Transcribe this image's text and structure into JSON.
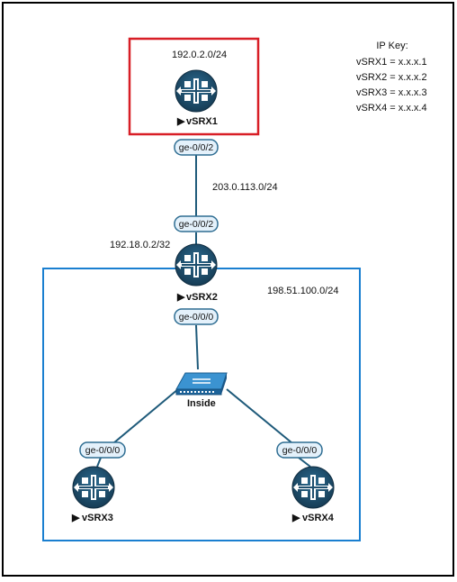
{
  "colors": {
    "frame": "#000000",
    "red_zone": "#d81e26",
    "blue_zone": "#1a7fd0",
    "link": "#1e5a7a",
    "router_fill": "#1e4f6e",
    "iface_fill": "#e4f1fb",
    "iface_stroke": "#2e6d92",
    "switch_fill": "#2a7fbf"
  },
  "ip_key": {
    "title": "IP Key:",
    "lines": [
      "vSRX1 = x.x.x.1",
      "vSRX2 = x.x.x.2",
      "vSRX3 = x.x.x.3",
      "vSRX4 = x.x.x.4"
    ]
  },
  "networks": {
    "top_zone": "192.0.2.0/24",
    "transit": "203.0.113.0/24",
    "loopback": "192.18.0.2/32",
    "inside_zone": "198.51.100.0/24"
  },
  "nodes": {
    "vsrx1": {
      "label": "vSRX1",
      "icon": "router-icon"
    },
    "vsrx2": {
      "label": "vSRX2",
      "icon": "router-icon"
    },
    "vsrx3": {
      "label": "vSRX3",
      "icon": "router-icon"
    },
    "vsrx4": {
      "label": "vSRX4",
      "icon": "router-icon"
    },
    "inside": {
      "label": "Inside",
      "icon": "switch-icon"
    }
  },
  "interfaces": {
    "vsrx1_down": "ge-0/0/2",
    "vsrx2_up": "ge-0/0/2",
    "vsrx2_down": "ge-0/0/0",
    "vsrx3_up": "ge-0/0/0",
    "vsrx4_up": "ge-0/0/0"
  },
  "arrow_glyph": "▶"
}
